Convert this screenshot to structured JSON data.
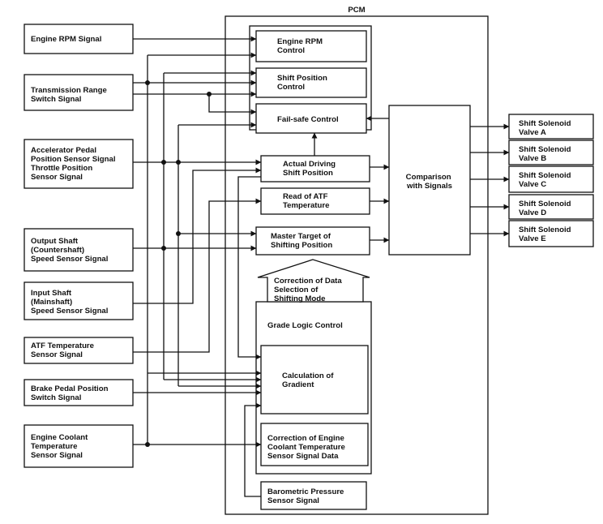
{
  "diagram": {
    "pcm_label": "PCM",
    "inputs": [
      [
        "Engine RPM Signal"
      ],
      [
        "Transmission Range",
        "Switch Signal"
      ],
      [
        "Accelerator Pedal",
        "Position Sensor Signal",
        "Throttle Position",
        "Sensor Signal"
      ],
      [
        "Output Shaft",
        "(Countershaft)",
        "Speed Sensor Signal"
      ],
      [
        "Input Shaft",
        "(Mainshaft)",
        "Speed Sensor Signal"
      ],
      [
        "ATF Temperature",
        "Sensor Signal"
      ],
      [
        "Brake Pedal Position",
        "Switch Signal"
      ],
      [
        "Engine Coolant",
        "Temperature",
        "Sensor Signal"
      ]
    ],
    "pcm_blocks": {
      "engine_rpm_control": [
        "Engine RPM",
        "Control"
      ],
      "shift_position_control": [
        "Shift Position",
        "Control"
      ],
      "fail_safe_control": [
        "Fail-safe Control"
      ],
      "actual_driving_shift_position": [
        "Actual Driving",
        "Shift Position"
      ],
      "read_of_atf_temperature": [
        "Read of ATF",
        "Temperature"
      ],
      "master_target_of_shifting_position": [
        "Master Target of",
        "Shifting Position"
      ],
      "comparison_with_signals": [
        "Comparison",
        "with Signals"
      ],
      "correction_selection_arrow": [
        "Correction of Data",
        "Selection of",
        "Shifting Mode"
      ],
      "grade_logic_control": [
        "Grade Logic Control"
      ],
      "calculation_of_gradient": [
        "Calculation of",
        "Gradient"
      ],
      "correction_of_engine_coolant": [
        "Correction of Engine",
        "Coolant Temperature",
        "Sensor Signal Data"
      ],
      "barometric_pressure_sensor": [
        "Barometric Pressure",
        "Sensor Signal"
      ]
    },
    "outputs": [
      [
        "Shift Solenoid",
        "Valve A"
      ],
      [
        "Shift Solenoid",
        "Valve B"
      ],
      [
        "Shift Solenoid",
        "Valve C"
      ],
      [
        "Shift Solenoid",
        "Valve D"
      ],
      [
        "Shift Solenoid",
        "Valve E"
      ]
    ]
  }
}
